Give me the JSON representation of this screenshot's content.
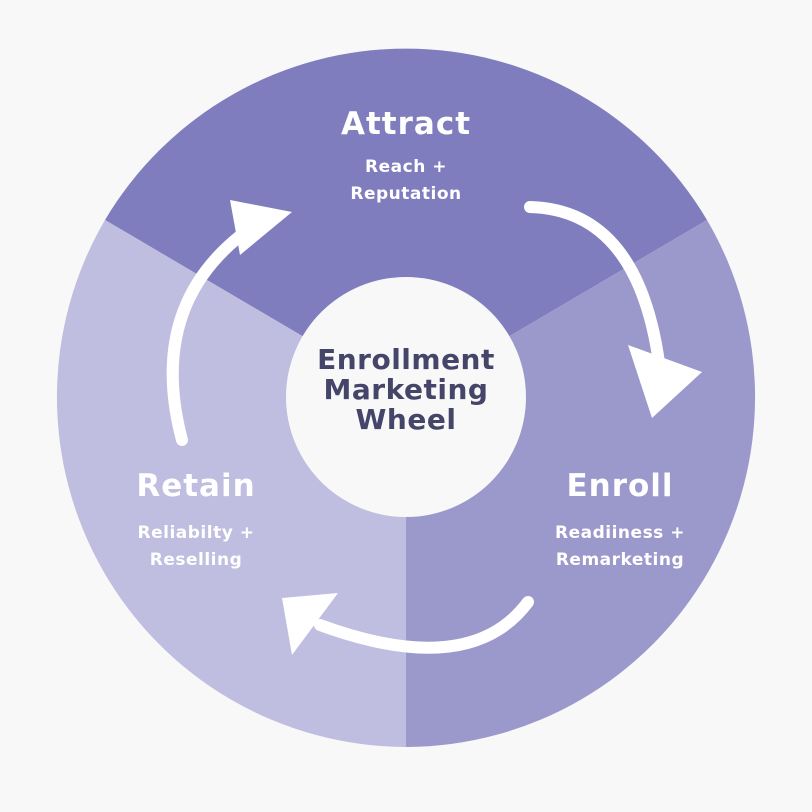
{
  "center": {
    "line1": "Enrollment",
    "line2": "Marketing",
    "line3": "Wheel"
  },
  "segments": [
    {
      "title": "Attract",
      "sub1": "Reach +",
      "sub2": "Reputation",
      "color": "#7f7dbd"
    },
    {
      "title": "Enroll",
      "sub1": "Readiiness +",
      "sub2": "Remarketing",
      "color": "#9b98cc"
    },
    {
      "title": "Retain",
      "sub1": "Reliabilty +",
      "sub2": "Reselling",
      "color": "#bfbde0"
    }
  ]
}
